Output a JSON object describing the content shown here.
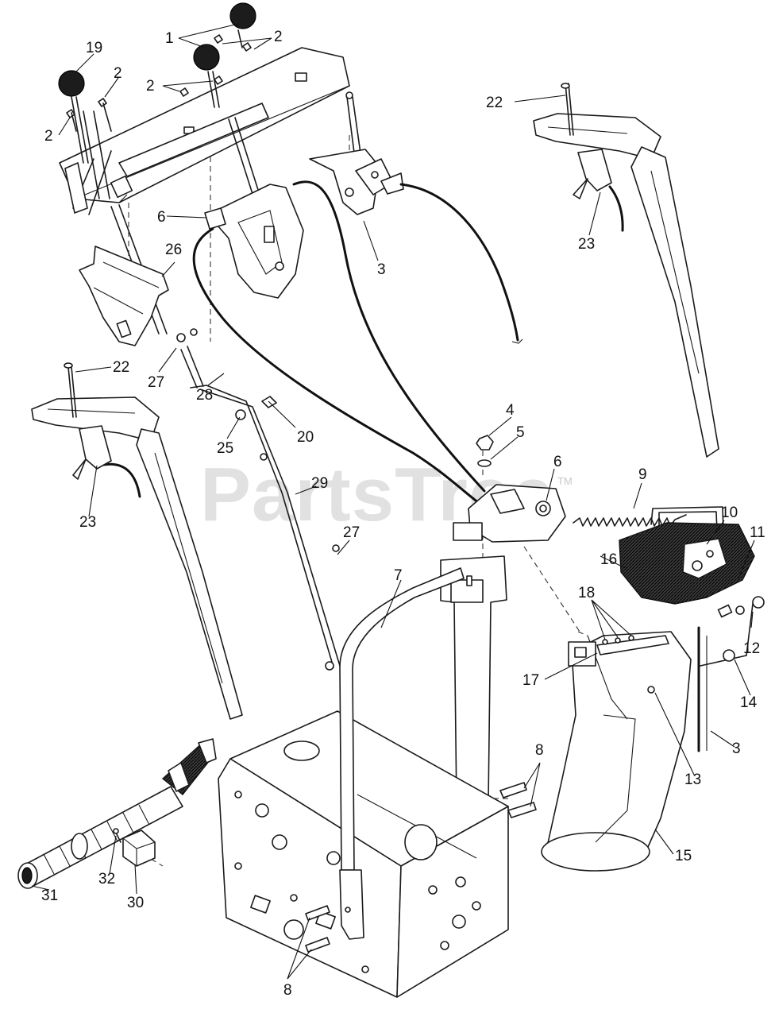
{
  "watermark": {
    "text": "PartsTree",
    "trademark": "TM"
  },
  "labels": [
    "1",
    "2",
    "2",
    "19",
    "2",
    "2",
    "2",
    "22",
    "6",
    "3",
    "23",
    "26",
    "22",
    "27",
    "28",
    "20",
    "25",
    "4",
    "5",
    "6",
    "9",
    "10",
    "11",
    "16",
    "18",
    "12",
    "23",
    "29",
    "27",
    "7",
    "17",
    "14",
    "3",
    "13",
    "8",
    "31",
    "32",
    "30",
    "15",
    "8"
  ]
}
